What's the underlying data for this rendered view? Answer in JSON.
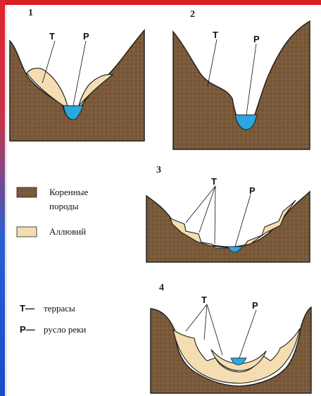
{
  "panels": [
    {
      "number": "1",
      "labels": [
        "Т",
        "Р"
      ]
    },
    {
      "number": "2",
      "labels": [
        "Т",
        "Р"
      ]
    },
    {
      "number": "3",
      "labels": [
        "Т",
        "Р"
      ]
    },
    {
      "number": "4",
      "labels": [
        "Т",
        "Р"
      ]
    }
  ],
  "legend": {
    "bedrock": "Коренные породы",
    "bedrock_line1": "Коренные",
    "bedrock_line2": "породы",
    "alluvium": "Аллювий",
    "terraces_key": "Т—",
    "terraces_text": "террасы",
    "channel_key": "Р—",
    "channel_text": "русло реки"
  },
  "colors": {
    "bedrock": "#7a5a3a",
    "alluvium": "#f4ddb0",
    "water": "#2aa7df",
    "frame_red": "#d91e24",
    "frame_blue": "#1a4cc8"
  }
}
